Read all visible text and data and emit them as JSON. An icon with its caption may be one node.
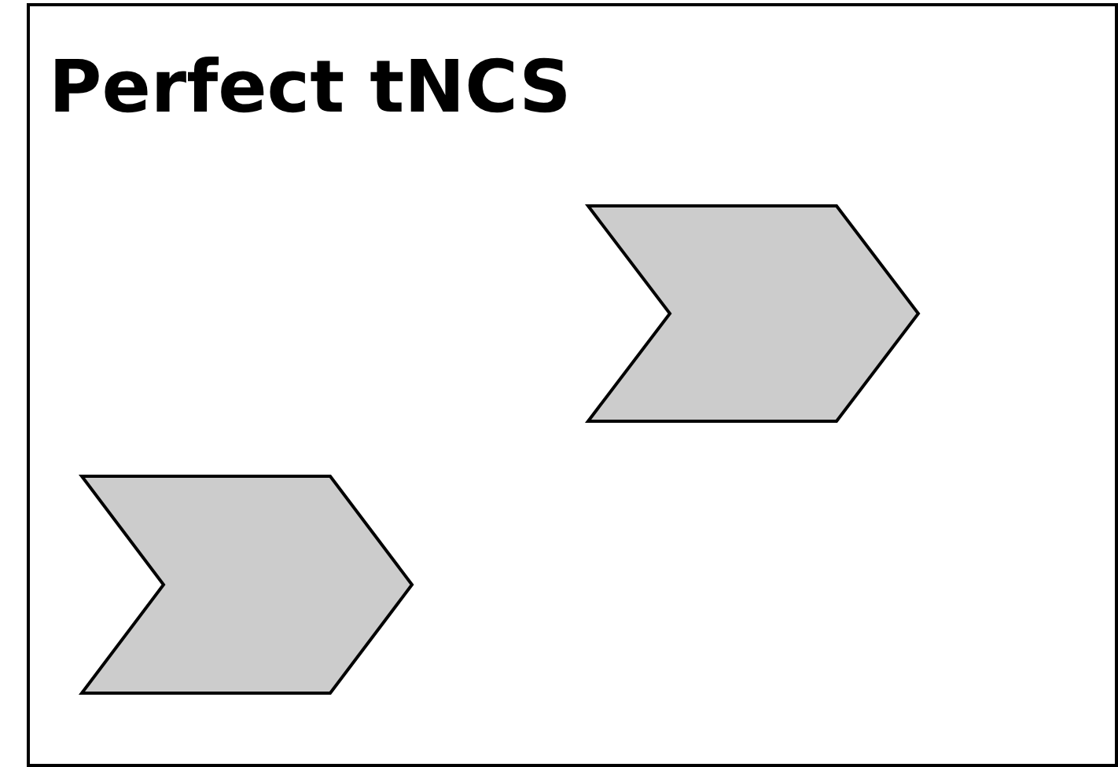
{
  "diagram": {
    "title": "Perfect tNCS",
    "nodes": [
      {
        "text": [],
        "shape": "chevron"
      },
      {
        "text": [],
        "shape": "chevron"
      }
    ]
  }
}
